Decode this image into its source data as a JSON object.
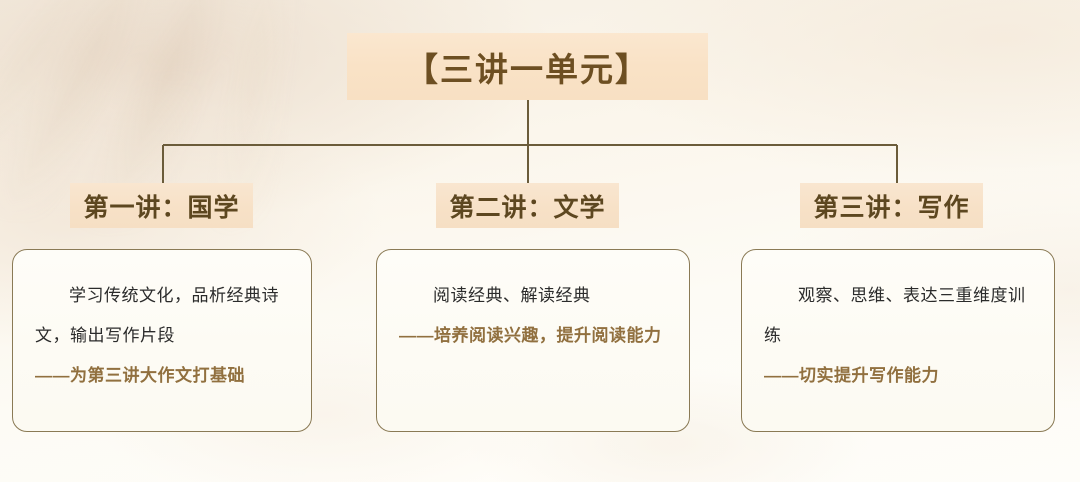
{
  "page": {
    "title": "【三讲一单元】",
    "background_color": "#fdfbf3",
    "accent_color": "#f8e0c3",
    "emphasis_color": "#91703f",
    "line_color": "#6b5c3a",
    "card_border_color": "#8a7a55"
  },
  "chart_data": {
    "type": "diagram",
    "layout": "org-chart",
    "title": "【三讲一单元】",
    "root": "【三讲一单元】",
    "branches": [
      {
        "header": "第一讲：国学",
        "body": "学习传统文化，品析经典诗文，输出写作片段",
        "emphasis": "——为第三讲大作文打基础"
      },
      {
        "header": "第二讲：文学",
        "body": "阅读经典、解读经典",
        "emphasis": "——培养阅读兴趣，提升阅读能力"
      },
      {
        "header": "第三讲：写作",
        "body": "观察、思维、表达三重维度训练",
        "emphasis": "——切实提升写作能力"
      }
    ]
  }
}
